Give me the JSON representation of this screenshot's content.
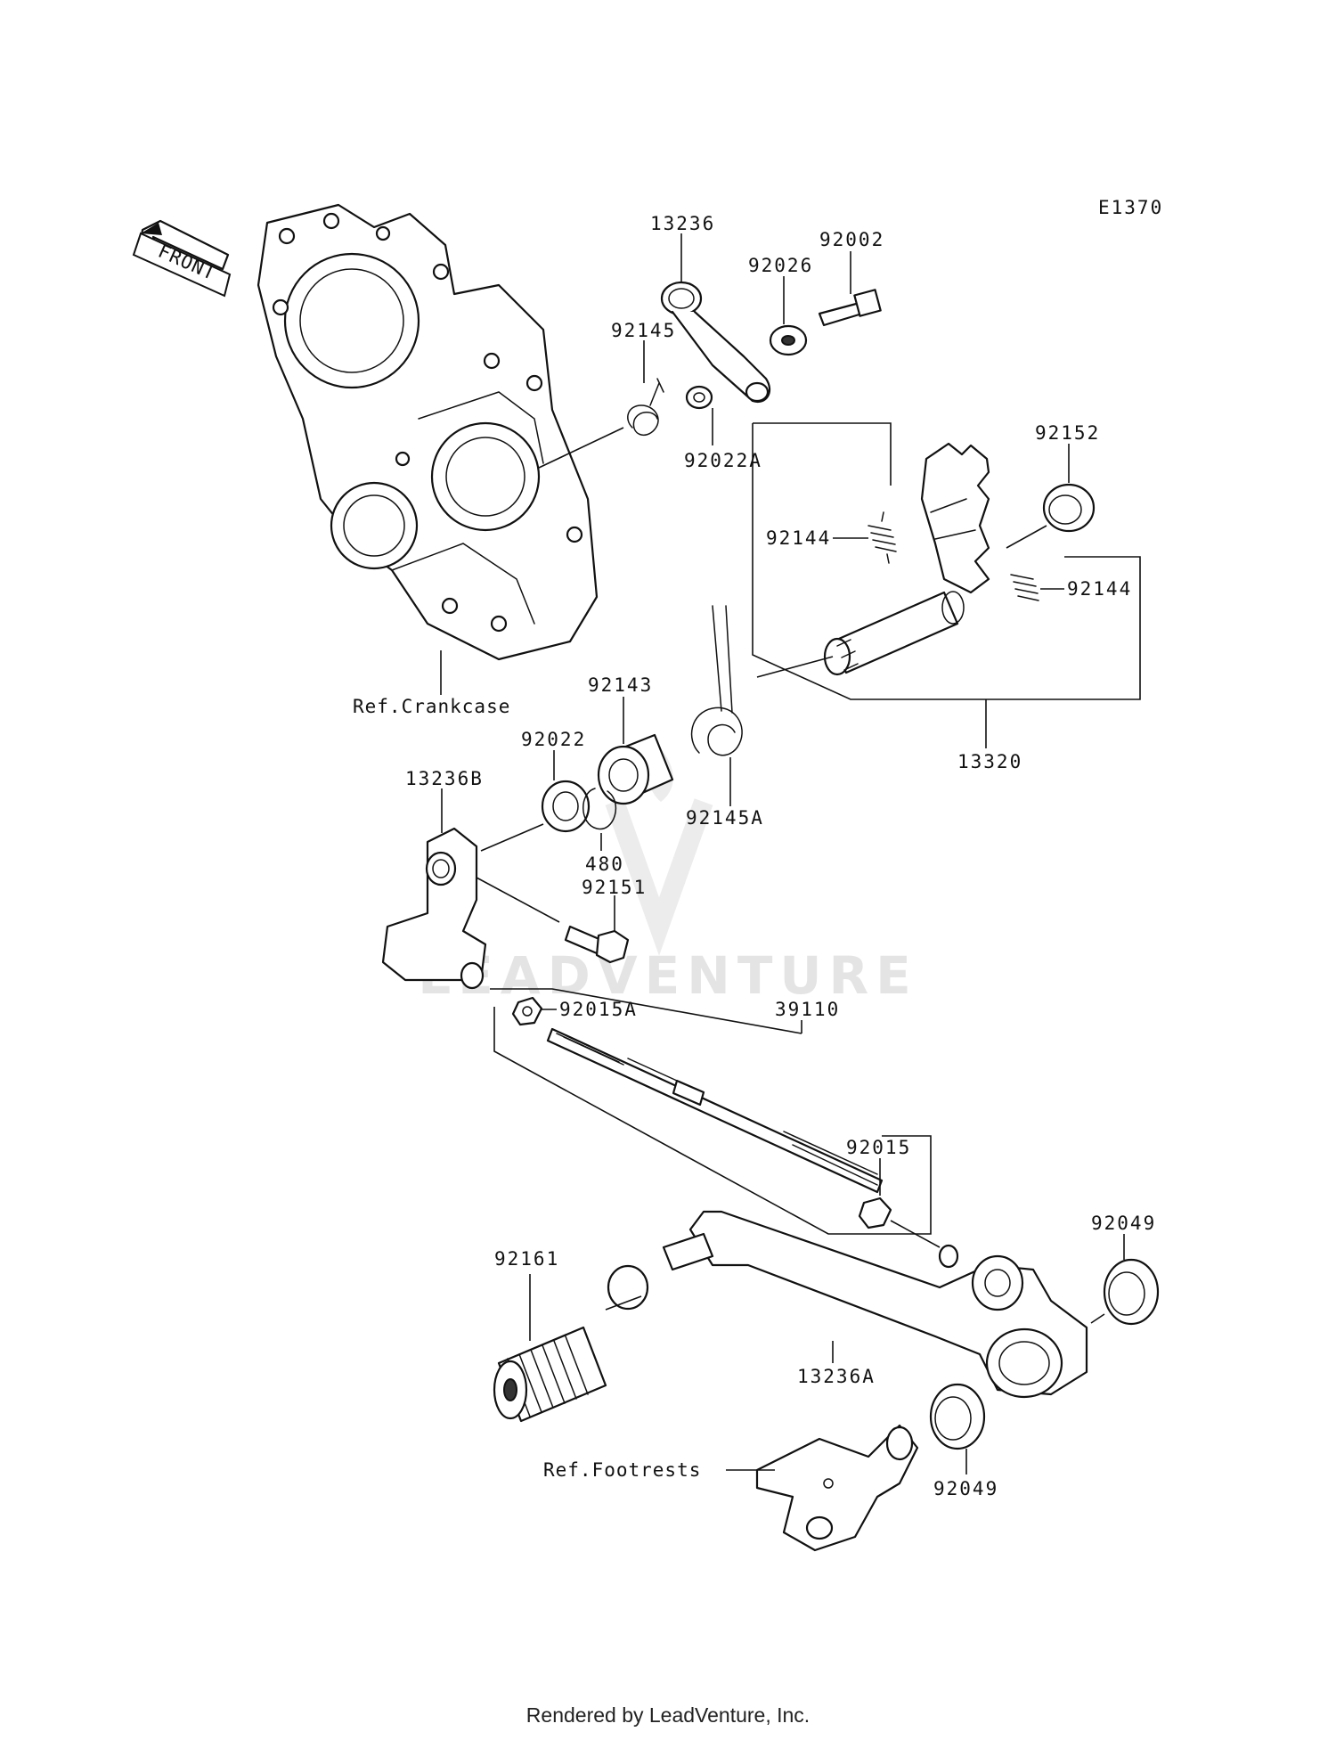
{
  "diagram": {
    "code": "E1370",
    "front_label": "FRONT",
    "watermark": "LEADVENTURE",
    "refs": {
      "crankcase": "Ref.Crankcase",
      "footrests": "Ref.Footrests"
    },
    "parts": {
      "p13236": "13236",
      "p92026": "92026",
      "p92002": "92002",
      "p92145": "92145",
      "p92022A": "92022A",
      "p92152": "92152",
      "p92144a": "92144",
      "p92144b": "92144",
      "p92143": "92143",
      "p92022": "92022",
      "p13320": "13320",
      "p13236B": "13236B",
      "p92145A": "92145A",
      "p480": "480",
      "p92151": "92151",
      "p92015A": "92015A",
      "p39110": "39110",
      "p92015": "92015",
      "p92049a": "92049",
      "p92049b": "92049",
      "p92161": "92161",
      "p13236A": "13236A"
    }
  },
  "footer": "Rendered by LeadVenture, Inc."
}
